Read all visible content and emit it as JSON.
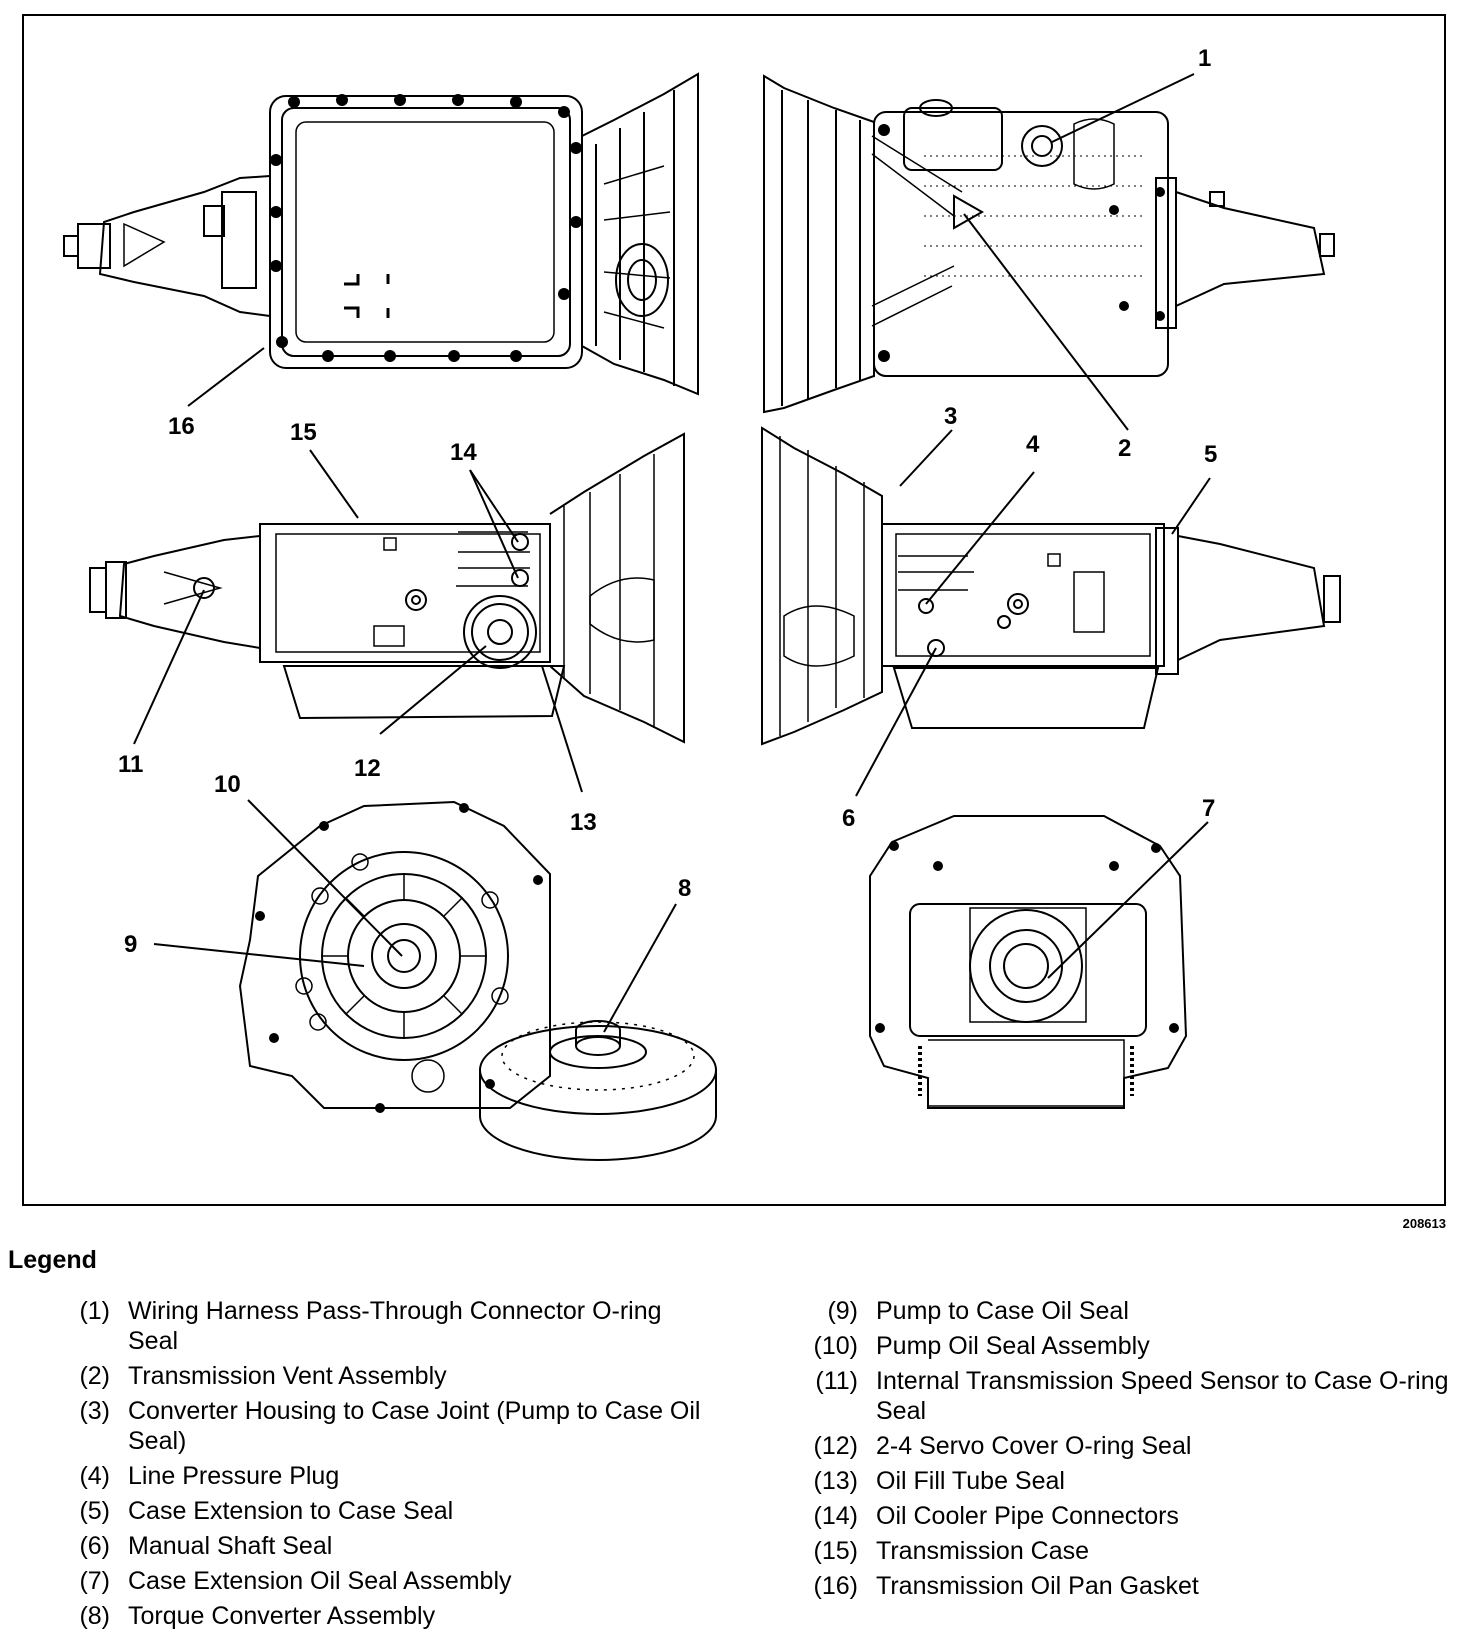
{
  "figure": {
    "id": "208613",
    "callouts": [
      "1",
      "2",
      "3",
      "4",
      "5",
      "6",
      "7",
      "8",
      "9",
      "10",
      "11",
      "12",
      "13",
      "14",
      "15",
      "16"
    ]
  },
  "legend": {
    "title": "Legend",
    "left_items": [
      {
        "num": "(1)",
        "text": "Wiring Harness Pass-Through Connector O-ring Seal"
      },
      {
        "num": "(2)",
        "text": "Transmission Vent Assembly"
      },
      {
        "num": "(3)",
        "text": "Converter Housing to Case Joint (Pump to Case Oil Seal)"
      },
      {
        "num": "(4)",
        "text": "Line Pressure Plug"
      },
      {
        "num": "(5)",
        "text": "Case Extension to Case Seal"
      },
      {
        "num": "(6)",
        "text": "Manual Shaft Seal"
      },
      {
        "num": "(7)",
        "text": "Case Extension Oil Seal Assembly"
      },
      {
        "num": "(8)",
        "text": "Torque Converter Assembly"
      }
    ],
    "right_items": [
      {
        "num": "(9)",
        "text": "Pump to Case Oil Seal"
      },
      {
        "num": "(10)",
        "text": "Pump Oil Seal Assembly"
      },
      {
        "num": "(11)",
        "text": "Internal Transmission Speed Sensor to Case O-ring Seal"
      },
      {
        "num": "(12)",
        "text": "2-4 Servo Cover O-ring Seal"
      },
      {
        "num": "(13)",
        "text": "Oil Fill Tube Seal"
      },
      {
        "num": "(14)",
        "text": "Oil Cooler Pipe Connectors"
      },
      {
        "num": "(15)",
        "text": "Transmission Case"
      },
      {
        "num": "(16)",
        "text": "Transmission Oil Pan Gasket"
      }
    ]
  }
}
